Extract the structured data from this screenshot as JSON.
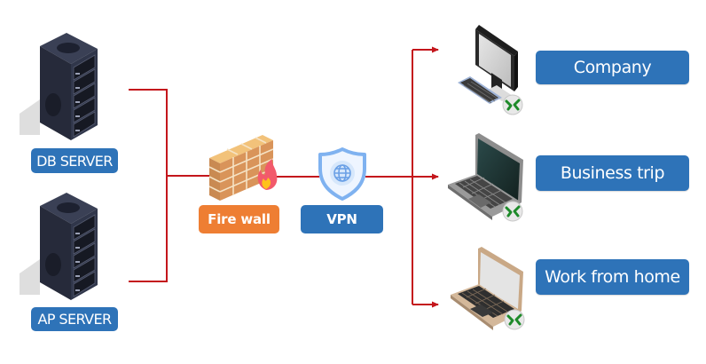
{
  "diagram": {
    "title": "VPN remote access network diagram",
    "colors": {
      "connector": "#c4161c",
      "label_blue": "#2e73b8",
      "label_orange": "#ee7e33",
      "label_text": "#ffffff",
      "server_body": "#2d3244",
      "shield": "#7fb2f0",
      "remote_badge": "#1e8a2a"
    },
    "servers": [
      {
        "id": "db-server",
        "label": "DB SERVER",
        "icon": "server-tower-icon"
      },
      {
        "id": "ap-server",
        "label": "AP SERVER",
        "icon": "server-tower-icon"
      }
    ],
    "gateway": [
      {
        "id": "firewall",
        "label": "Fire wall",
        "icon": "brick-wall-fire-icon"
      },
      {
        "id": "vpn",
        "label": "VPN",
        "icon": "shield-globe-icon"
      }
    ],
    "clients": [
      {
        "id": "company",
        "label": "Company",
        "icon": "desktop-computer-icon",
        "badge": "remote-connection-icon"
      },
      {
        "id": "business-trip",
        "label": "Business trip",
        "icon": "dark-laptop-icon",
        "badge": "remote-connection-icon"
      },
      {
        "id": "work-from-home",
        "label": "Work from home",
        "icon": "beige-laptop-icon",
        "badge": "remote-connection-icon"
      }
    ],
    "connections": [
      {
        "from": "db-server",
        "to": "firewall"
      },
      {
        "from": "ap-server",
        "to": "firewall"
      },
      {
        "from": "firewall",
        "to": "vpn"
      },
      {
        "from": "vpn",
        "to": "company",
        "arrow": true
      },
      {
        "from": "vpn",
        "to": "business-trip",
        "arrow": true
      },
      {
        "from": "vpn",
        "to": "work-from-home",
        "arrow": true
      }
    ]
  }
}
